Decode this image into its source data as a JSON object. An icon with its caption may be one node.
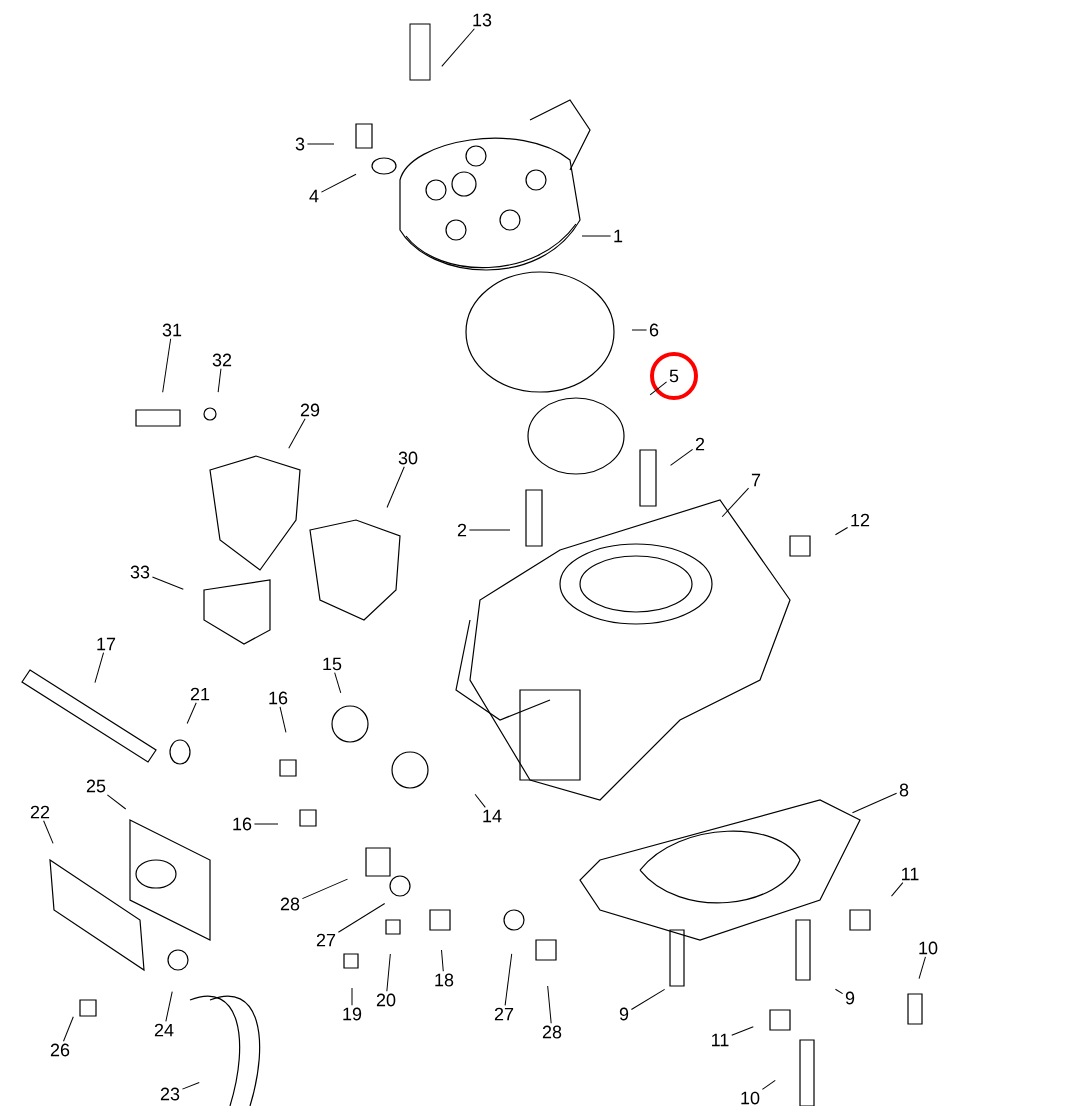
{
  "diagram": {
    "nodes": [
      {
        "text": [
          "13"
        ]
      },
      {
        "text": [
          "3"
        ]
      },
      {
        "text": [
          "4"
        ]
      },
      {
        "text": [
          "1"
        ]
      },
      {
        "text": [
          "6"
        ]
      },
      {
        "text": [
          "5"
        ]
      },
      {
        "text": [
          "2"
        ]
      },
      {
        "text": [
          "7"
        ]
      },
      {
        "text": [
          "12"
        ]
      },
      {
        "text": [
          "31"
        ]
      },
      {
        "text": [
          "32"
        ]
      },
      {
        "text": [
          "29"
        ]
      },
      {
        "text": [
          "30"
        ]
      },
      {
        "text": [
          "2"
        ]
      },
      {
        "text": [
          "33"
        ]
      },
      {
        "text": [
          "17"
        ]
      },
      {
        "text": [
          "15"
        ]
      },
      {
        "text": [
          "21"
        ]
      },
      {
        "text": [
          "16"
        ]
      },
      {
        "text": [
          "16"
        ]
      },
      {
        "text": [
          "14"
        ]
      },
      {
        "text": [
          "22"
        ]
      },
      {
        "text": [
          "25"
        ]
      },
      {
        "text": [
          "8"
        ]
      },
      {
        "text": [
          "28"
        ]
      },
      {
        "text": [
          "27"
        ]
      },
      {
        "text": [
          "18"
        ]
      },
      {
        "text": [
          "20"
        ]
      },
      {
        "text": [
          "27"
        ]
      },
      {
        "text": [
          "28"
        ]
      },
      {
        "text": [
          "19"
        ]
      },
      {
        "text": [
          "11"
        ]
      },
      {
        "text": [
          "10"
        ]
      },
      {
        "text": [
          "9"
        ]
      },
      {
        "text": [
          "9"
        ]
      },
      {
        "text": [
          "11"
        ]
      },
      {
        "text": [
          "24"
        ]
      },
      {
        "text": [
          "26"
        ]
      },
      {
        "text": [
          "23"
        ]
      },
      {
        "text": [
          "10"
        ]
      }
    ],
    "edges": [
      {
        "from": 0,
        "to": null,
        "arrow": "none"
      },
      {
        "from": 1,
        "to": null,
        "arrow": "none"
      },
      {
        "from": 2,
        "to": null,
        "arrow": "none"
      },
      {
        "from": 3,
        "to": null,
        "arrow": "none"
      },
      {
        "from": 4,
        "to": null,
        "arrow": "none"
      },
      {
        "from": 5,
        "to": null,
        "arrow": "none"
      },
      {
        "from": 6,
        "to": null,
        "arrow": "none"
      },
      {
        "from": 7,
        "to": null,
        "arrow": "none"
      },
      {
        "from": 8,
        "to": null,
        "arrow": "none"
      },
      {
        "from": 9,
        "to": null,
        "arrow": "none"
      },
      {
        "from": 10,
        "to": null,
        "arrow": "none"
      },
      {
        "from": 11,
        "to": null,
        "arrow": "none"
      },
      {
        "from": 12,
        "to": null,
        "arrow": "none"
      },
      {
        "from": 13,
        "to": null,
        "arrow": "none"
      },
      {
        "from": 14,
        "to": null,
        "arrow": "none"
      },
      {
        "from": 15,
        "to": null,
        "arrow": "none"
      },
      {
        "from": 16,
        "to": null,
        "arrow": "none"
      },
      {
        "from": 17,
        "to": null,
        "arrow": "none"
      },
      {
        "from": 18,
        "to": null,
        "arrow": "none"
      },
      {
        "from": 19,
        "to": null,
        "arrow": "none"
      },
      {
        "from": 20,
        "to": null,
        "arrow": "none"
      },
      {
        "from": 21,
        "to": null,
        "arrow": "none"
      },
      {
        "from": 22,
        "to": null,
        "arrow": "none"
      },
      {
        "from": 23,
        "to": null,
        "arrow": "none"
      },
      {
        "from": 24,
        "to": null,
        "arrow": "none"
      },
      {
        "from": 25,
        "to": null,
        "arrow": "none"
      },
      {
        "from": 26,
        "to": null,
        "arrow": "none"
      },
      {
        "from": 27,
        "to": null,
        "arrow": "none"
      },
      {
        "from": 28,
        "to": null,
        "arrow": "none"
      },
      {
        "from": 29,
        "to": null,
        "arrow": "none"
      },
      {
        "from": 30,
        "to": null,
        "arrow": "none"
      },
      {
        "from": 31,
        "to": null,
        "arrow": "none"
      },
      {
        "from": 32,
        "to": null,
        "arrow": "none"
      },
      {
        "from": 33,
        "to": null,
        "arrow": "none"
      },
      {
        "from": 34,
        "to": null,
        "arrow": "none"
      },
      {
        "from": 35,
        "to": null,
        "arrow": "none"
      },
      {
        "from": 36,
        "to": null,
        "arrow": "none"
      },
      {
        "from": 37,
        "to": null,
        "arrow": "none"
      },
      {
        "from": 38,
        "to": null,
        "arrow": "none"
      },
      {
        "from": 39,
        "to": null,
        "arrow": "none"
      }
    ]
  }
}
